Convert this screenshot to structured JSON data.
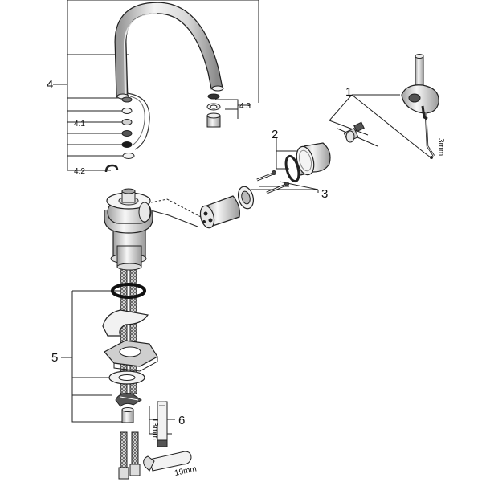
{
  "labels": {
    "l1": "1",
    "l2": "2",
    "l3": "3",
    "l4": "4",
    "l41": "4.1",
    "l42": "4.2",
    "l43": "4.3",
    "l5": "5",
    "l6": "6",
    "d3mm": "3mm",
    "d13mm": "13mm",
    "d19mm": "19mm"
  },
  "colors": {
    "line": "#222222",
    "fill_light": "#f2f2f2",
    "fill_mid": "#cfcfcf",
    "fill_dark": "#7a7a7a",
    "fill_black": "#1a1a1a"
  }
}
